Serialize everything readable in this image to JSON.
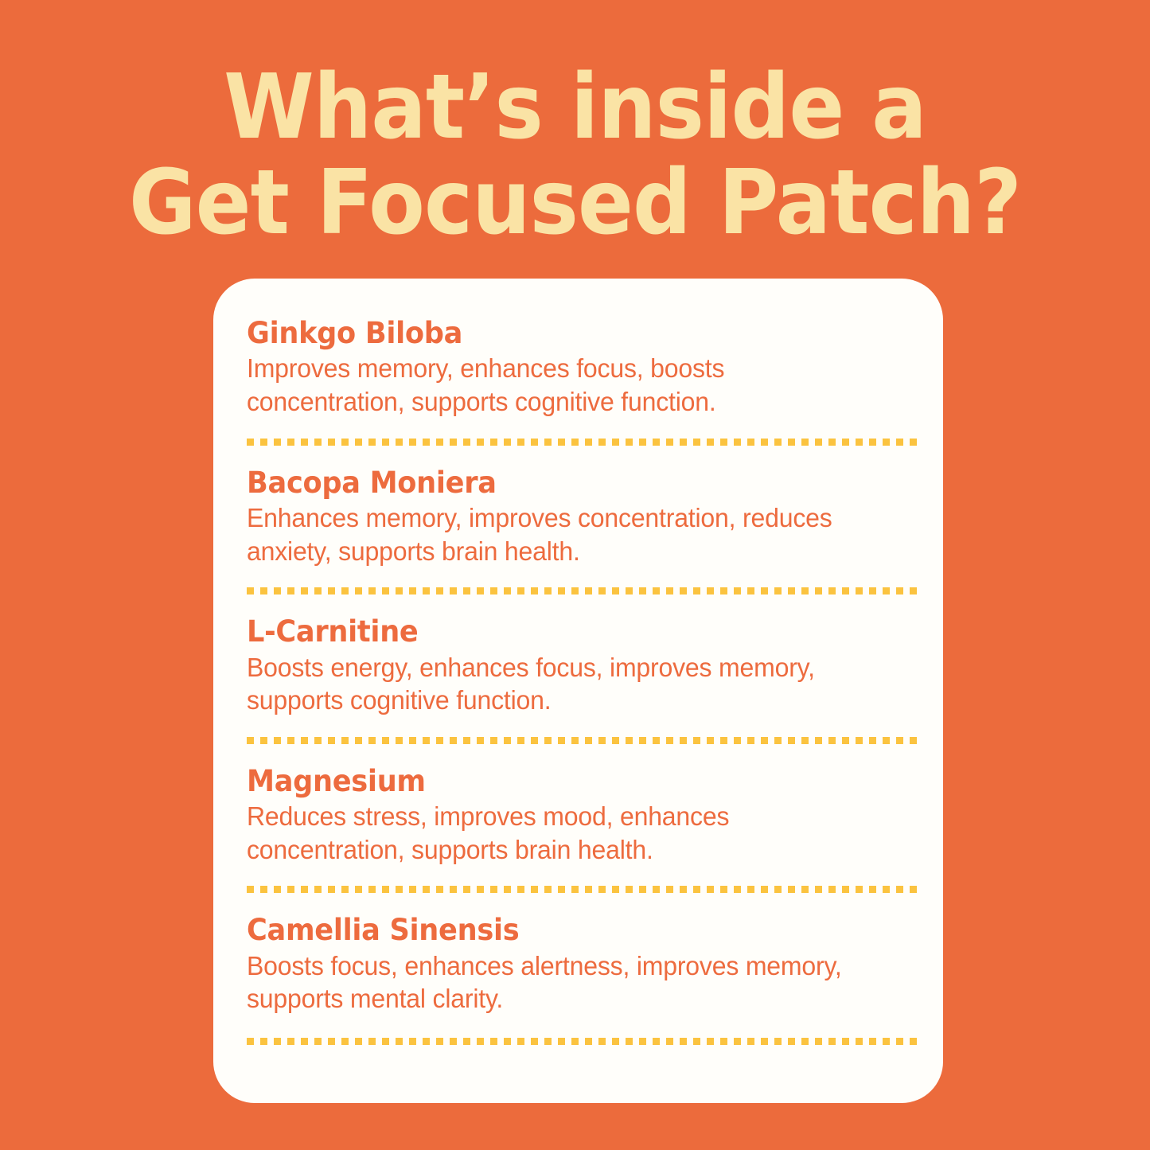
{
  "theme": {
    "background_color": "#EC6B3C",
    "card_background_color": "#FFFEFA",
    "title_color": "#FAE3A5",
    "heading_color": "#ED6B3E",
    "body_color": "#ED6B3E",
    "divider_color": "#FBC33F"
  },
  "title": {
    "line1": "What’s inside a",
    "line2": "Get Focused Patch?"
  },
  "ingredients": [
    {
      "name": "Ginkgo Biloba",
      "description": "Improves memory, enhances focus, boosts concentration, supports cognitive function."
    },
    {
      "name": "Bacopa Moniera",
      "description": "Enhances memory, improves concentration, reduces anxiety, supports brain health."
    },
    {
      "name": "L-Carnitine",
      "description": "Boosts energy, enhances focus, improves memory, supports cognitive function."
    },
    {
      "name": "Magnesium",
      "description": "Reduces stress, improves mood, enhances concentration, supports brain health."
    },
    {
      "name": "Camellia Sinensis",
      "description": "Boosts focus, enhances alertness, improves memory, supports mental clarity."
    }
  ]
}
